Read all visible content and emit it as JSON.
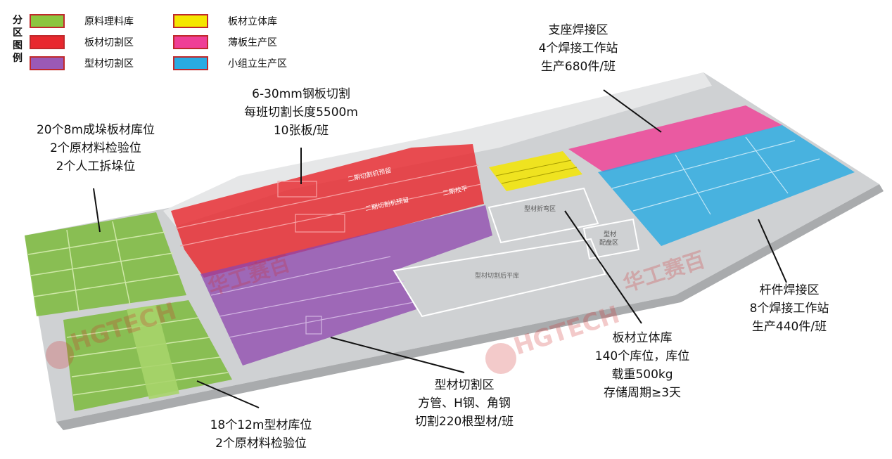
{
  "legend": {
    "title": [
      "分",
      "区",
      "图",
      "例"
    ],
    "items": [
      {
        "label": "原料理料库",
        "color": "#8cc63f"
      },
      {
        "label": "板材切割区",
        "color": "#e8282e"
      },
      {
        "label": "型材切割区",
        "color": "#9b59b6"
      },
      {
        "label": "板材立体库",
        "color": "#f5e600"
      },
      {
        "label": "薄板生产区",
        "color": "#ef3f96"
      },
      {
        "label": "小组立生产区",
        "color": "#29abe2"
      }
    ]
  },
  "map_labels": {
    "plate_cut_1": "二期切割机预留",
    "plate_cut_2": "二期切割机预留",
    "plate_cut_3": "二期校平",
    "profile_bend": "型材折弯区",
    "profile_dist": [
      "型材",
      "配盘区"
    ],
    "profile_after": "型材切割后平库"
  },
  "watermark": {
    "brand": "HGTECH",
    "brand_cn": "华工赛百"
  },
  "callouts": {
    "plate_stack": [
      "20个8m成垛板材库位",
      "2个原材料检验位",
      "2个人工拆垛位"
    ],
    "plate_cutting": [
      "6-30mm钢板切割",
      "每班切割长度5500m",
      "10张板/班"
    ],
    "support_weld": [
      "支座焊接区",
      "4个焊接工作站",
      "生产680件/班"
    ],
    "rod_weld": [
      "杆件焊接区",
      "8个焊接工作站",
      "生产440件/班"
    ],
    "plate_warehouse": [
      "板材立体库",
      "140个库位，库位",
      "载重500kg",
      "存储周期≥3天"
    ],
    "profile_cutting": [
      "型材切割区",
      "方管、H钢、角钢",
      "切割220根型材/班"
    ],
    "profile_stock": [
      "18个12m型材库位",
      "2个原材料检验位"
    ]
  }
}
